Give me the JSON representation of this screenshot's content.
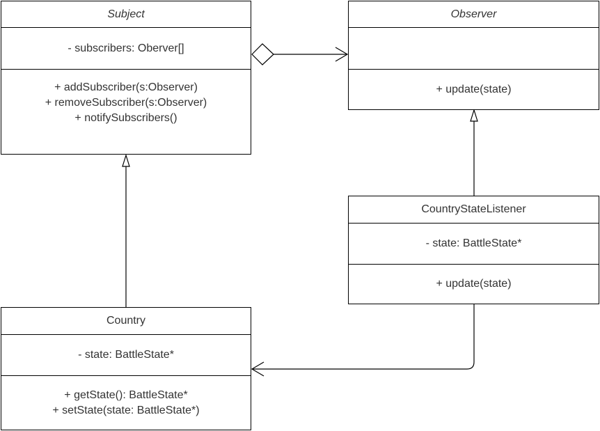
{
  "subject": {
    "name": "Subject",
    "attributes": [
      "- subscribers: Oberver[]"
    ],
    "methods": [
      "+ addSubscriber(s:Observer)",
      "+ removeSubscriber(s:Observer)",
      "+ notifySubscribers()"
    ]
  },
  "observer": {
    "name": "Observer",
    "attributes": [],
    "methods": [
      "+ update(state)"
    ]
  },
  "country_state_listener": {
    "name": "CountryStateListener",
    "attributes": [
      "- state: BattleState*"
    ],
    "methods": [
      "+ update(state)"
    ]
  },
  "country": {
    "name": "Country",
    "attributes": [
      "- state: BattleState*"
    ],
    "methods": [
      "+ getState(): BattleState*",
      "+ setState(state: BattleState*)"
    ]
  }
}
